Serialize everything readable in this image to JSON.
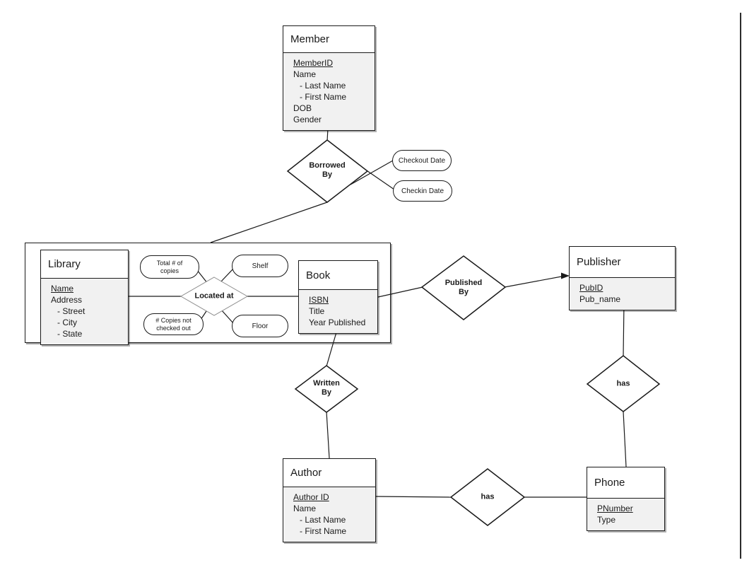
{
  "diagram_type": "entity-relationship-diagram",
  "entities": {
    "member": {
      "title": "Member",
      "attrs": [
        "MemberID",
        "Name",
        "- Last Name",
        "- First Name",
        "DOB",
        "Gender"
      ]
    },
    "library": {
      "title": "Library",
      "attrs": [
        "Name",
        "Address",
        "- Street",
        "- City",
        "- State"
      ]
    },
    "book": {
      "title": "Book",
      "attrs": [
        "ISBN",
        "Title",
        "Year Published"
      ]
    },
    "publisher": {
      "title": "Publisher",
      "attrs": [
        "PubID",
        "Pub_name"
      ]
    },
    "author": {
      "title": "Author",
      "attrs": [
        "Author ID",
        "Name",
        "- Last Name",
        "- First Name"
      ]
    },
    "phone": {
      "title": "Phone",
      "attrs": [
        "PNumber",
        "Type"
      ]
    }
  },
  "relationships": {
    "borrowed_by": {
      "label": "Borrowed\nBy"
    },
    "located_at": {
      "label": "Located at"
    },
    "published_by": {
      "label": "Published\nBy"
    },
    "written_by": {
      "label": "Written\nBy"
    },
    "has_publisher_phone": {
      "label": "has"
    },
    "has_author_phone": {
      "label": "has"
    }
  },
  "attribute_ovals": {
    "checkout_date": {
      "label": "Checkout Date"
    },
    "checkin_date": {
      "label": "Checkin Date"
    },
    "total_copies": {
      "label": "Total # of\ncopies"
    },
    "shelf": {
      "label": "Shelf"
    },
    "copies_not_checked_out": {
      "label": "# Copies not\nchecked out"
    },
    "floor": {
      "label": "Floor"
    }
  },
  "colors": {
    "line": "#1a1a1a",
    "located_at_stroke": "#8c8c8c",
    "attr_section_bg": "#f1f1f1",
    "page_edge": "#2b2b2b"
  }
}
